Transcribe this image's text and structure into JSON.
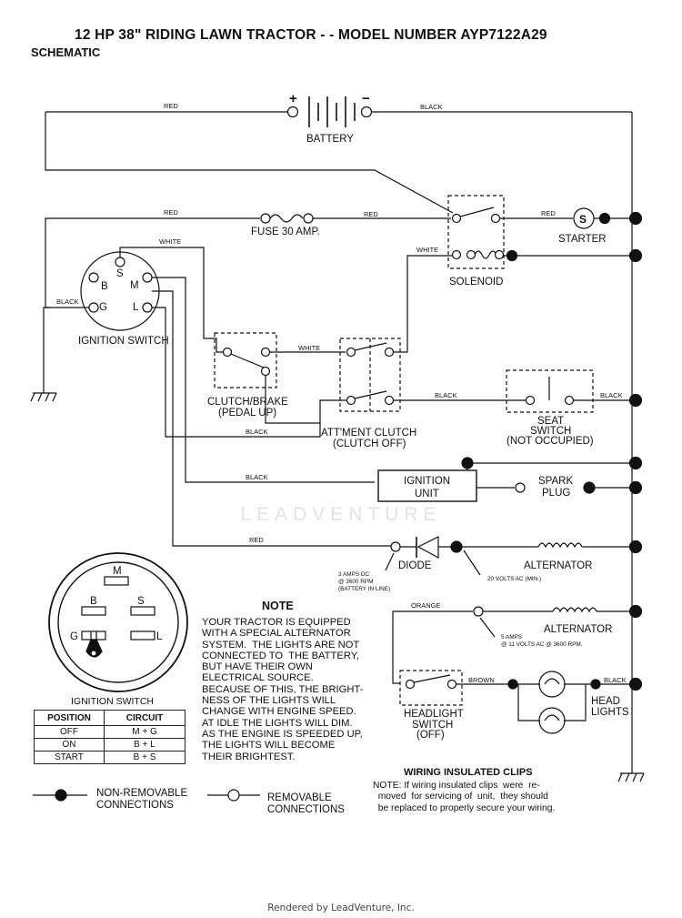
{
  "header": {
    "title": "12 HP 38\" RIDING LAWN TRACTOR - - MODEL NUMBER AYP7122A29",
    "subtitle": "SCHEMATIC"
  },
  "components": {
    "battery": "BATTERY",
    "fuse": "FUSE 30 AMP.",
    "starter": "STARTER",
    "starter_symbol": "S",
    "solenoid": "SOLENOID",
    "ignition_switch": "IGNITION SWITCH",
    "clutch_brake_line1": "CLUTCH/BRAKE",
    "clutch_brake_line2": "(PEDAL UP)",
    "attment_line1": "ATT'MENT CLUTCH",
    "attment_line2": "(CLUTCH OFF)",
    "seat_line1": "SEAT",
    "seat_line2": "SWITCH",
    "seat_line3": "(NOT OCCUPIED)",
    "ignition_unit_line1": "IGNITION",
    "ignition_unit_line2": "UNIT",
    "spark_line1": "SPARK",
    "spark_line2": "PLUG",
    "diode": "DIODE",
    "alternator_1": "ALTERNATOR",
    "alternator_2": "ALTERNATOR",
    "headlight_switch_line1": "HEADLIGHT",
    "headlight_switch_line2": "SWITCH",
    "headlight_switch_line3": "(OFF)",
    "head_lights_line1": "HEAD",
    "head_lights_line2": "LIGHTS",
    "plus": "+",
    "minus": "−"
  },
  "switch_terminals": {
    "s": "S",
    "b": "B",
    "m": "M",
    "g": "G",
    "l": "L"
  },
  "wires": {
    "red_battery": "RED",
    "black_battery": "BLACK",
    "red_fuse_left": "RED",
    "red_fuse_right": "RED",
    "red_starter": "RED",
    "white_solenoid": "WHITE",
    "white_switch": "WHITE",
    "white_clutch": "WHITE",
    "black_ground": "BLACK",
    "black_seat_left": "BLACK",
    "black_seat_right": "BLACK",
    "black_clutch": "BLACK",
    "black_ignition": "BLACK",
    "red_diode": "RED",
    "orange": "ORANGE",
    "brown": "BROWN",
    "black_lights": "BLACK"
  },
  "specs": {
    "diode_line1": "3 AMPS DC",
    "diode_line2": "@ 3600 RPM",
    "diode_line3": "(BATTERY IN LINE)",
    "alt1": "20 VOLTS AC (MIN.)",
    "alt2_line1": "5 AMPS",
    "alt2_line2": "@ 11 VOLTS AC @ 3600 RPM."
  },
  "switch_diagram": {
    "caption": "IGNITION SWITCH",
    "terminals": [
      "M",
      "B",
      "S",
      "G",
      "L"
    ]
  },
  "switch_table": {
    "headers": [
      "POSITION",
      "CIRCUIT"
    ],
    "rows": [
      [
        "OFF",
        "M + G"
      ],
      [
        "ON",
        "B + L"
      ],
      [
        "START",
        "B + S"
      ]
    ]
  },
  "note": {
    "title": "NOTE",
    "body": "YOUR TRACTOR IS EQUIPPED\nWITH A SPECIAL ALTERNATOR\nSYSTEM.  THE LIGHTS ARE NOT\nCONNECTED TO  THE BATTERY,\nBUT HAVE THEIR OWN\nELECTRICAL SOURCE.\nBECAUSE OF THIS, THE BRIGHT-\nNESS OF THE LIGHTS WILL\nCHANGE WITH ENGINE SPEED.\nAT IDLE THE LIGHTS WILL DIM.\nAS THE ENGINE IS SPEEDED UP,\nTHE LIGHTS WILL BECOME\nTHEIR BRIGHTEST."
  },
  "legend": {
    "non_removable_line1": "NON-REMOVABLE",
    "non_removable_line2": "CONNECTIONS",
    "removable_line1": "REMOVABLE",
    "removable_line2": "CONNECTIONS"
  },
  "clips": {
    "title": "WIRING INSULATED CLIPS",
    "body": "NOTE: If wiring insulated clips  were  re-\n  moved  for servicing of  unit,  they should\n  be replaced to properly secure your wiring."
  },
  "watermark": "LEADVENTURE",
  "footer": "Rendered by LeadVenture, Inc."
}
